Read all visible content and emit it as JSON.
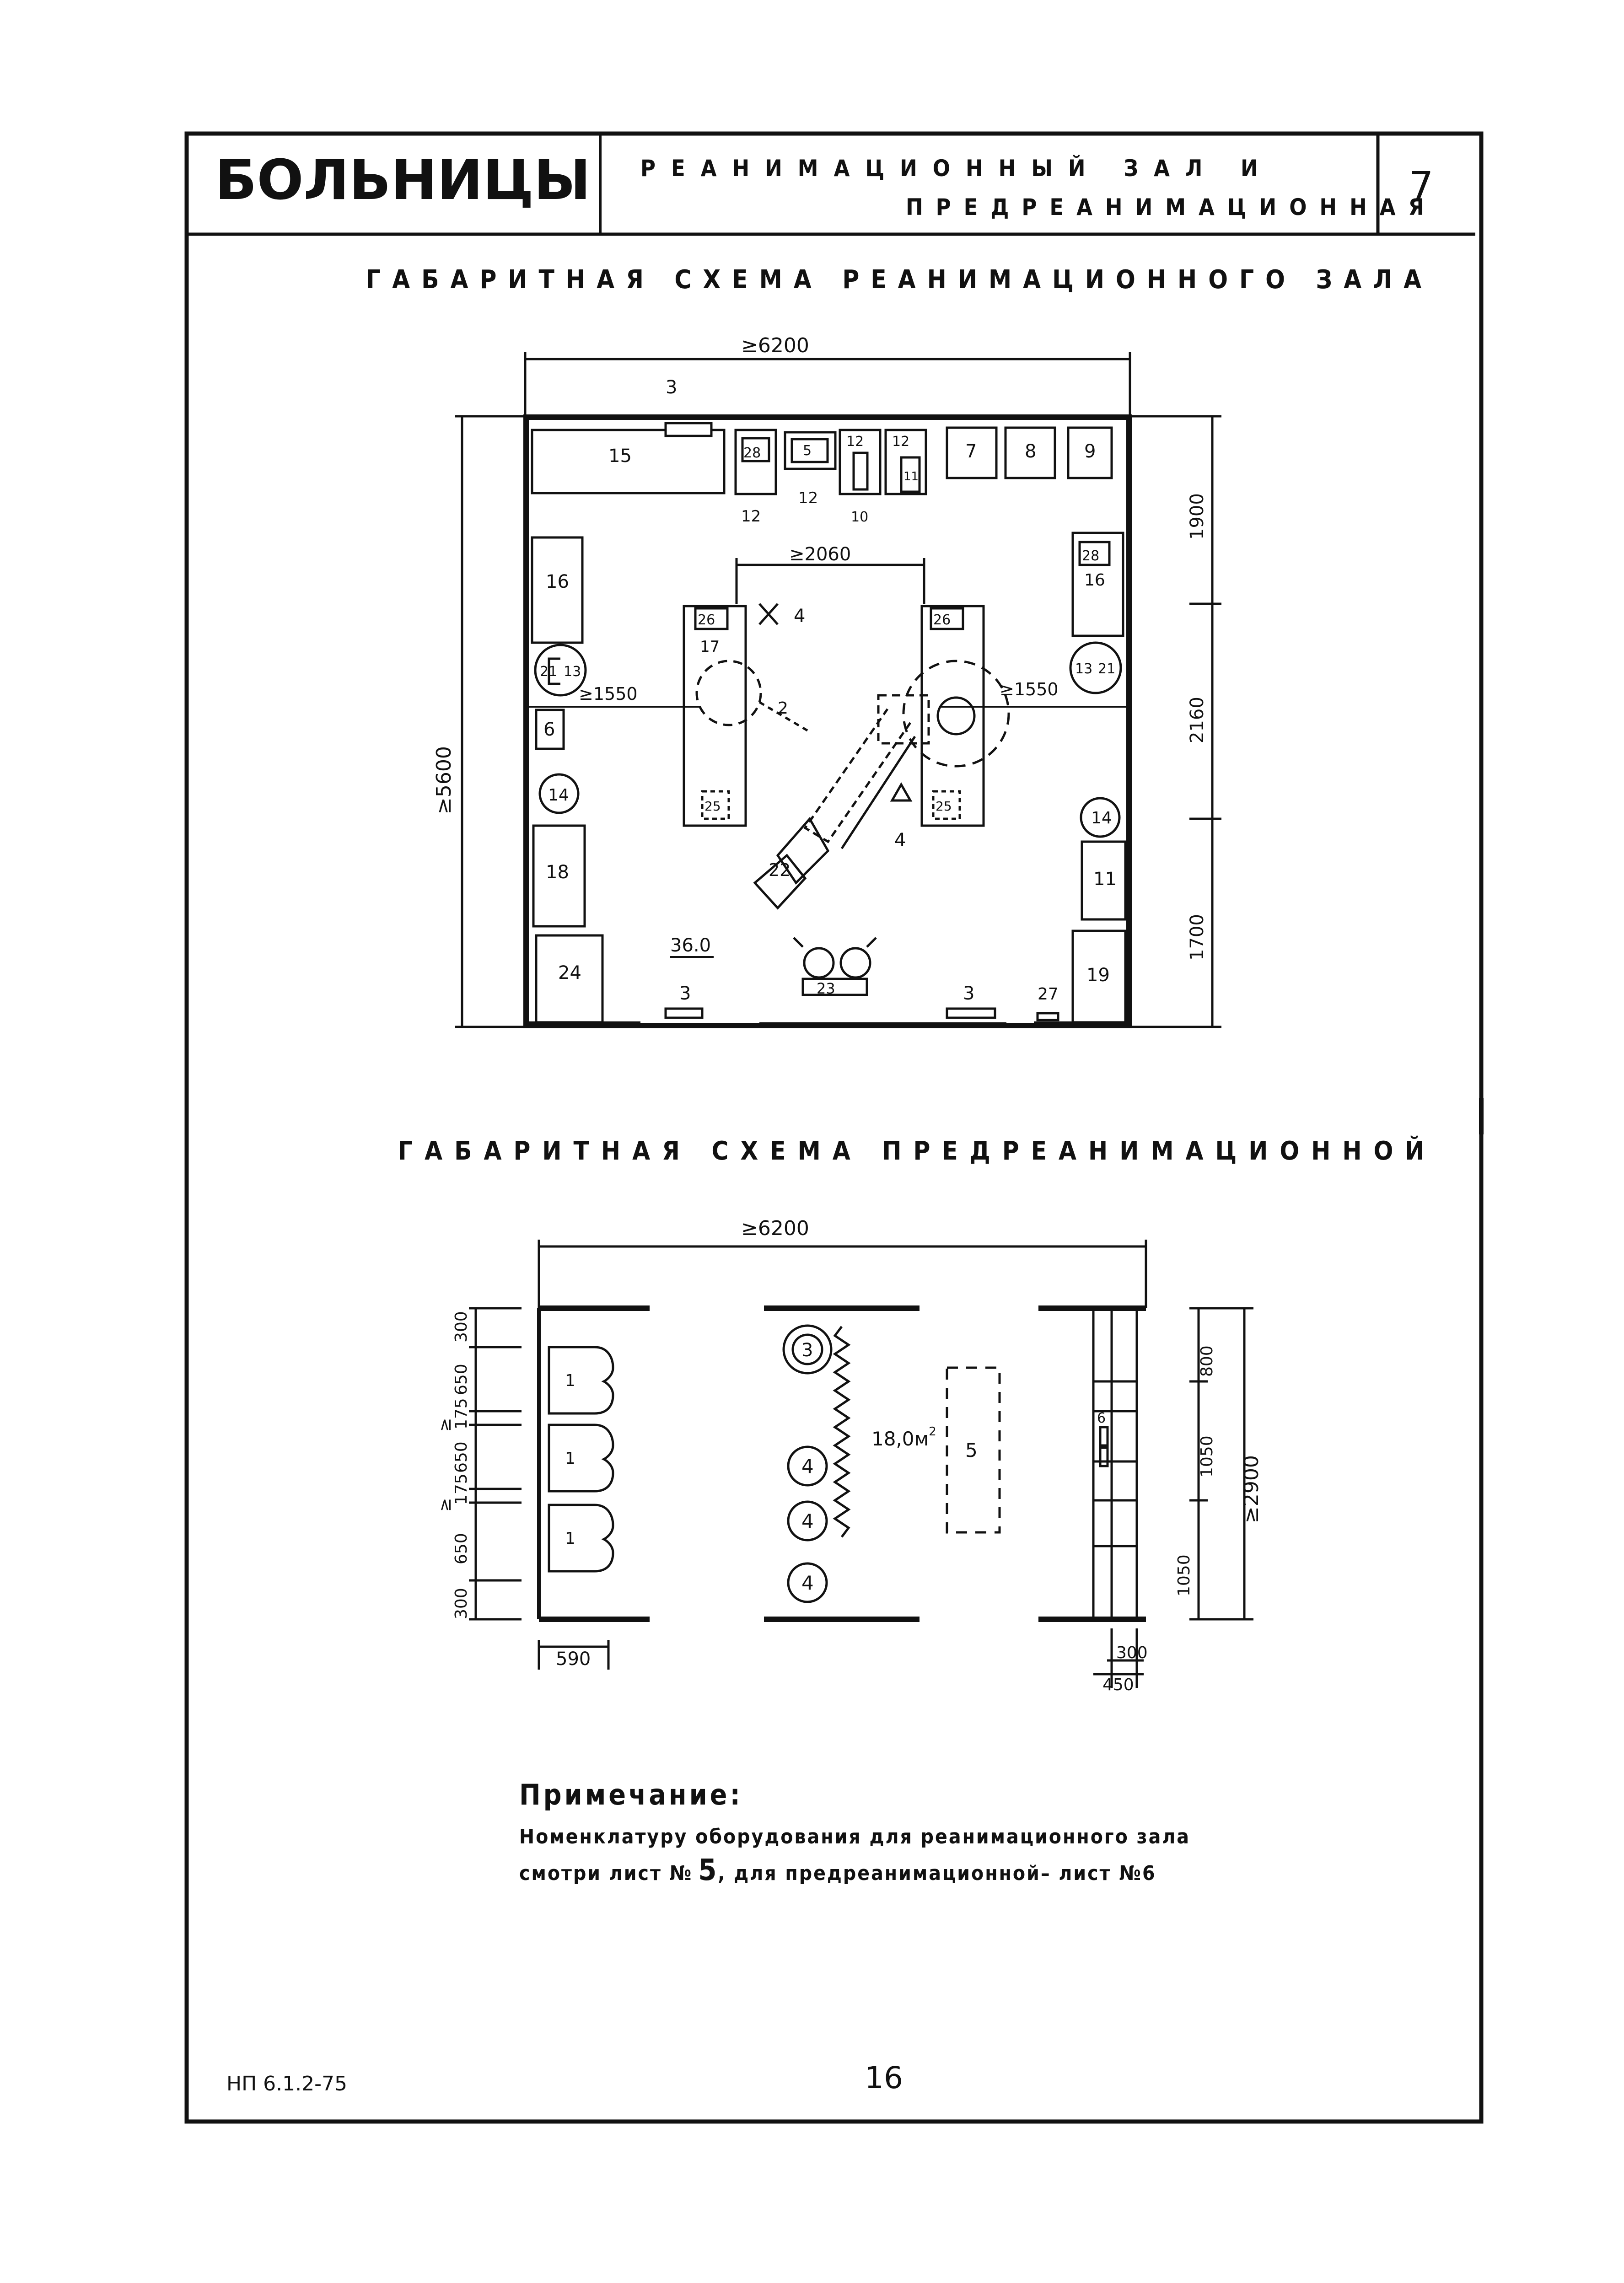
{
  "header": {
    "title": "БОЛЬНИЦЫ",
    "subtitle_line1": "РЕАНИМАЦИОННЫЙ ЗАЛ И",
    "subtitle_line2": "ПРЕДРЕАНИМАЦИОННАЯ",
    "sheet_number": "7"
  },
  "plan1": {
    "title": "ГАБАРИТНАЯ СХЕМА РЕАНИМАЦИОННОГО ЗАЛА",
    "width_dim": "≥6200",
    "height_dim": "≥5600",
    "inner_dim": "≥2060",
    "side_dim_left": "≥1550",
    "side_dim_right": "≥1550",
    "right_dims": [
      "1900",
      "2160",
      "1700"
    ],
    "area": "36.0",
    "labels": {
      "n3_top": "3",
      "n15": "15",
      "n28_top": "28",
      "n5": "5",
      "n12_a": "12",
      "n12_b": "12",
      "n11_top": "11",
      "n7": "7",
      "n8": "8",
      "n9": "9",
      "n12_c": "12",
      "n12_d": "12",
      "n10": "10",
      "n28_right": "28",
      "n16_right": "16",
      "n16_left": "16",
      "n26_left": "26",
      "n17": "17",
      "n4_top": "4",
      "n26_right": "26",
      "n21_left": "21",
      "n13_left": "13",
      "n13_right": "13",
      "n21_right": "21",
      "n2": "2",
      "n6": "6",
      "n25_left": "25",
      "n25_right": "25",
      "n14_left": "14",
      "n14_right": "14",
      "n4_bottom": "4",
      "n22": "22",
      "n18": "18",
      "n11_right": "11",
      "n24": "24",
      "n23": "23",
      "n3_bl": "3",
      "n3_br": "3",
      "n27": "27",
      "n19": "19"
    }
  },
  "plan2": {
    "title": "ГАБАРИТНАЯ СХЕМА ПРЕДРЕАНИМАЦИОННОЙ",
    "width_dim": "≥6200",
    "area_value": "18,0м",
    "area_sup": "2",
    "left_dims": [
      "300",
      "650",
      "175",
      "650",
      "175",
      "650",
      "300"
    ],
    "left_ge_marks": [
      "≥",
      "≥"
    ],
    "bottom_left_dim": "590",
    "right_dims": [
      "800",
      "1050",
      "1050"
    ],
    "height_dim": "≥2900",
    "bottom_right_dims": [
      "300",
      "450"
    ],
    "labels": {
      "sink1": "1",
      "sink2": "1",
      "sink3": "1",
      "n3": "3",
      "n4_a": "4",
      "n4_b": "4",
      "n4_c": "4",
      "n5": "5",
      "n6": "6"
    }
  },
  "note": {
    "heading": "Примечание:",
    "line1": "Номенклатуру оборудования для реанимационного зала",
    "line2_a": "смотри лист №",
    "line2_b": "5",
    "line2_c": ", для предреанимационной– лист №6"
  },
  "footer": {
    "code": "НП 6.1.2-75",
    "page": "16"
  }
}
